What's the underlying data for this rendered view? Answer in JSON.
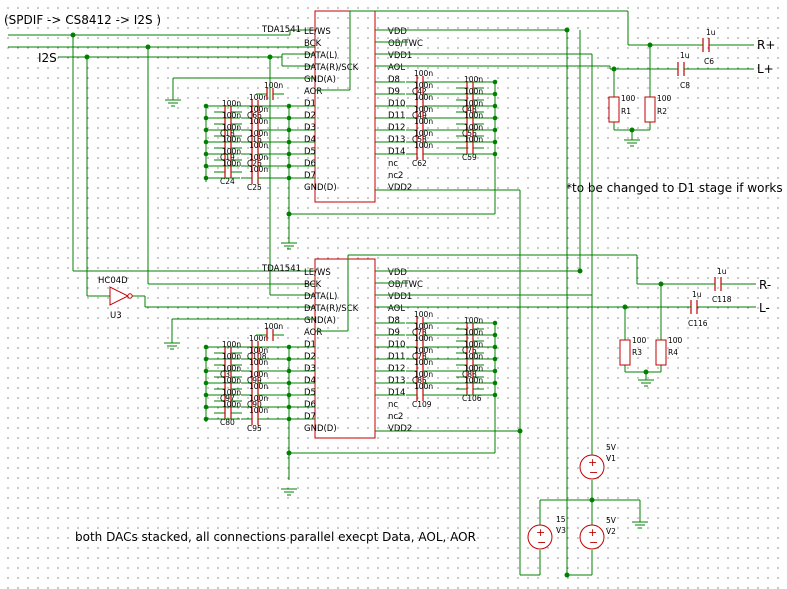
{
  "header_note": "(SPDIF -> CS8412 -> I2S )",
  "i2s_label": "I2S",
  "footer_note": "both DACs stacked, all connections parallel execpt Data, AOL, AOR",
  "side_note": "*to be changed to D1 stage if works",
  "chips": [
    {
      "part": "TDA1541",
      "left_pins": [
        "LE/WS",
        "BCK",
        "DATA(L)",
        "DATA(R)/SCK",
        "GND(A)",
        "AOR",
        "D1",
        "D2",
        "D3",
        "D4",
        "D5",
        "D6",
        "D7",
        "GND(D)"
      ],
      "right_pins": [
        "VDD",
        "OB/TWC",
        "VDD1",
        "AOL",
        "D8",
        "D9",
        "D10",
        "D11",
        "D12",
        "D13",
        "D14",
        "nc",
        "nc2",
        "VDD2"
      ]
    },
    {
      "part": "TDA1541",
      "left_pins": [
        "LE/WS",
        "BCK",
        "DATA(L)",
        "DATA(R)/SCK",
        "GND(A)",
        "AOR",
        "D1",
        "D2",
        "D3",
        "D4",
        "D5",
        "D6",
        "D7",
        "GND(D)"
      ],
      "right_pins": [
        "VDD",
        "OB/TWC",
        "VDD1",
        "AOL",
        "D8",
        "D9",
        "D10",
        "D11",
        "D12",
        "D13",
        "D14",
        "nc",
        "nc2",
        "VDD2"
      ]
    }
  ],
  "inverter": {
    "part": "HC04D",
    "ref": "U3"
  },
  "outputs": [
    "R+",
    "L+",
    "R-",
    "L-"
  ],
  "resistors": [
    {
      "ref": "R1",
      "value": "100"
    },
    {
      "ref": "R2",
      "value": "100"
    },
    {
      "ref": "R3",
      "value": "100"
    },
    {
      "ref": "R4",
      "value": "100"
    }
  ],
  "output_caps": [
    {
      "ref": "C6",
      "value": "1u"
    },
    {
      "ref": "C8",
      "value": "1u"
    },
    {
      "ref": "C118",
      "value": "1u"
    },
    {
      "ref": "C116",
      "value": "1u"
    }
  ],
  "bypass_value": "100n",
  "top_cap_refs": [
    "C42",
    "C48",
    "C49",
    "C56",
    "C58",
    "C59",
    "C62",
    "C66",
    "C18",
    "C16",
    "C19",
    "C26",
    "C24",
    "C25",
    "C33",
    "C60"
  ],
  "bottom_cap_refs": [
    "C73",
    "C75",
    "C78",
    "C88",
    "C85",
    "C106",
    "C109",
    "C108",
    "C3",
    "C99",
    "C97",
    "C90",
    "C80",
    "C95",
    "C89",
    "C93"
  ],
  "sources": [
    {
      "ref": "V1",
      "value": "5V"
    },
    {
      "ref": "V2",
      "value": "5V"
    },
    {
      "ref": "V3",
      "value": "15"
    }
  ]
}
